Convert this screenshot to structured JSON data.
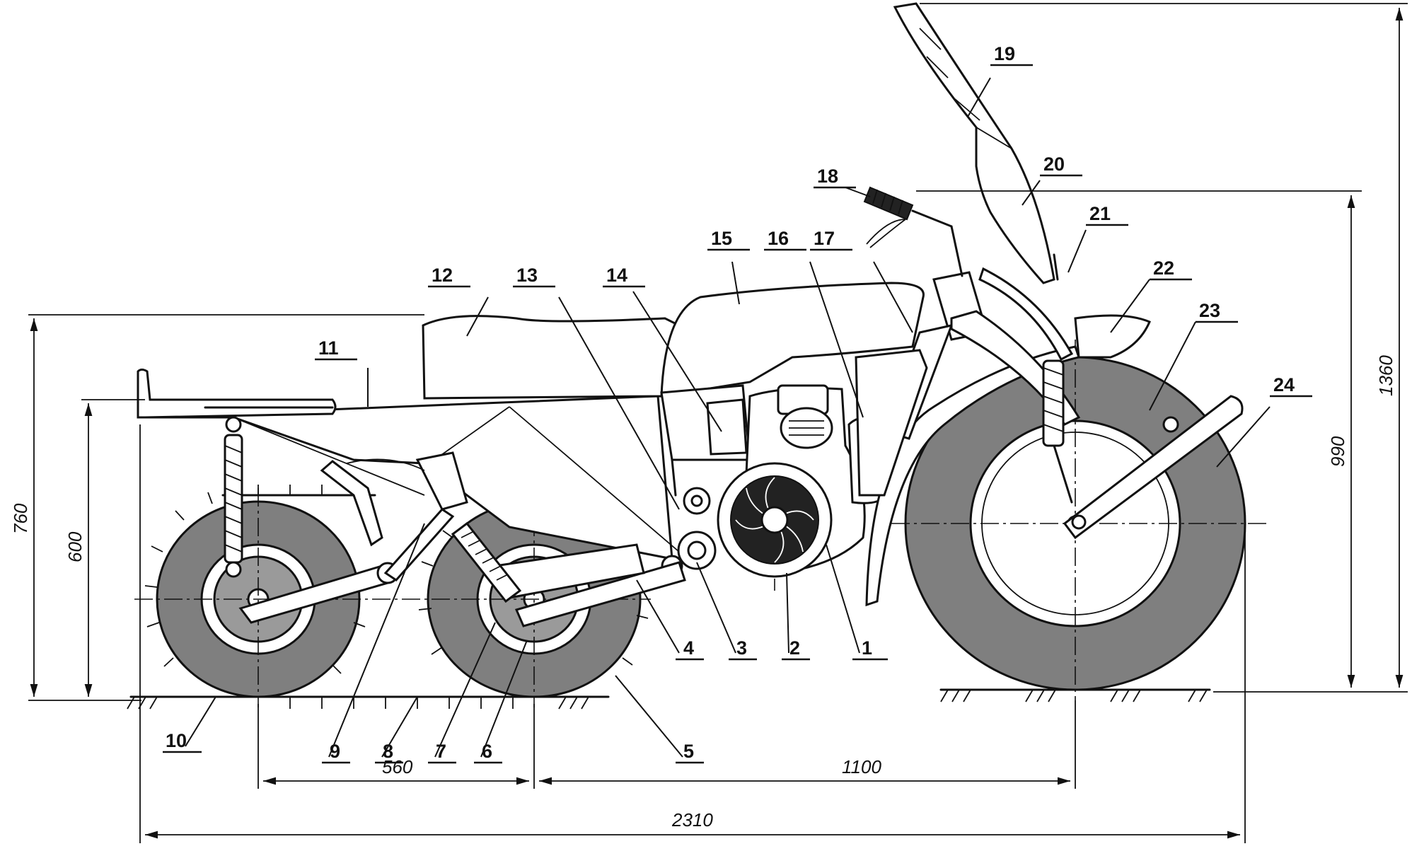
{
  "callouts": [
    "1",
    "2",
    "3",
    "4",
    "5",
    "6",
    "7",
    "8",
    "9",
    "10",
    "11",
    "12",
    "13",
    "14",
    "15",
    "16",
    "17",
    "18",
    "19",
    "20",
    "21",
    "22",
    "23",
    "24"
  ],
  "dimensions": {
    "d_560": "560",
    "d_1100": "1100",
    "d_2310": "2310",
    "d_760": "760",
    "d_600": "600",
    "d_990": "990",
    "d_1360": "1360"
  }
}
